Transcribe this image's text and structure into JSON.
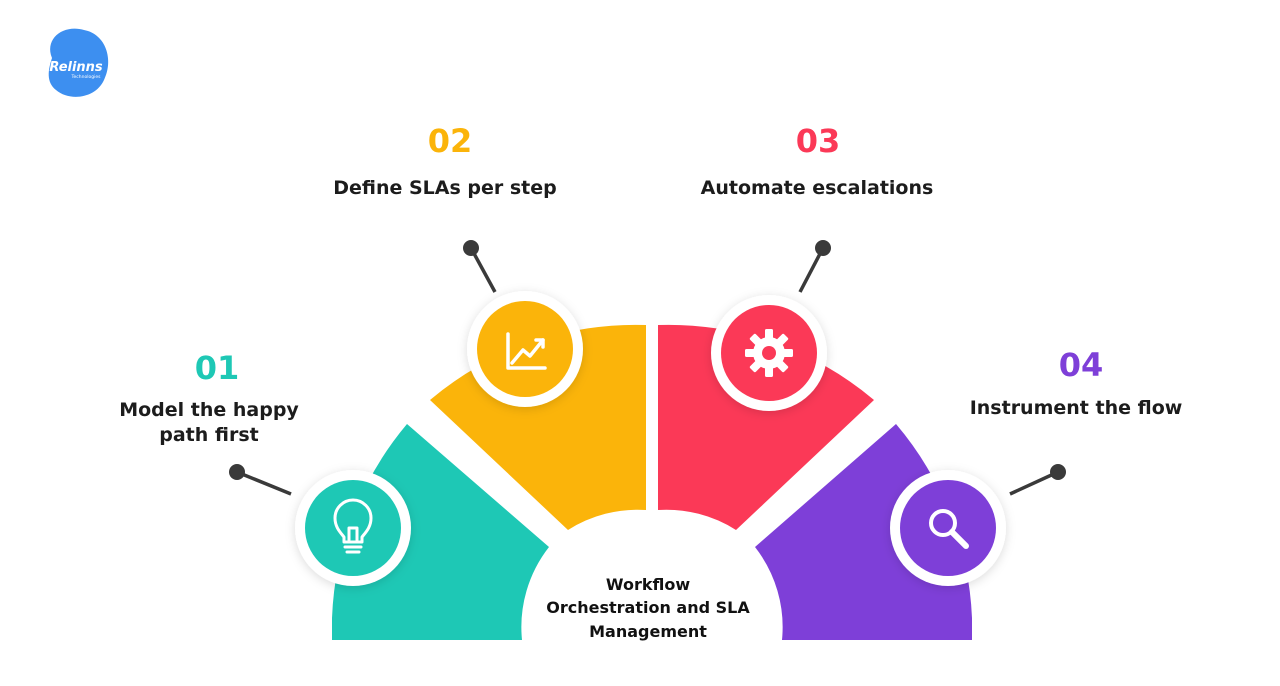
{
  "brand": {
    "name": "Relinns",
    "tagline": "Technologies",
    "color": "#3d8ff0"
  },
  "center": {
    "lines": [
      "Workflow",
      "Orchestration and SLA",
      "Management"
    ]
  },
  "steps": [
    {
      "number": "01",
      "lines": [
        "Model the happy",
        "path first"
      ],
      "color": "#1ec8b5",
      "icon": "lightbulb-icon"
    },
    {
      "number": "02",
      "lines": [
        "Define SLAs per step"
      ],
      "color": "#fbb40a",
      "icon": "growth-chart-icon"
    },
    {
      "number": "03",
      "lines": [
        "Automate escalations"
      ],
      "color": "#fb3957",
      "icon": "gear-icon"
    },
    {
      "number": "04",
      "lines": [
        "Instrument the flow"
      ],
      "color": "#7e3fd8",
      "icon": "magnifier-icon"
    }
  ]
}
